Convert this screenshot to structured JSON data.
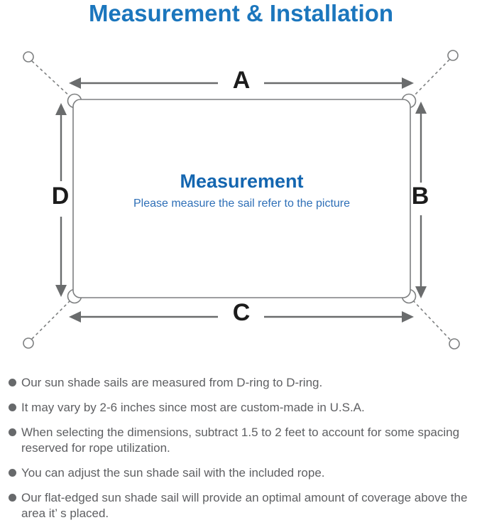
{
  "header": {
    "title": "Measurement & Installation"
  },
  "diagram": {
    "dimension_labels": {
      "top": "A",
      "right": "B",
      "bottom": "C",
      "left": "D"
    },
    "center_title": "Measurement",
    "center_subtitle": "Please measure the sail refer to the picture",
    "colors": {
      "title_blue": "#1b76bd",
      "center_title_blue": "#1466b0",
      "subtitle_blue": "#2e6fb7",
      "line_gray": "#7d7f80",
      "arrow_gray": "#6a6c6d",
      "label_black": "#1c1c1c",
      "note_gray": "#5e5f62"
    }
  },
  "notes": {
    "items": [
      {
        "text": "Our sun shade sails are measured from D-ring to D-ring."
      },
      {
        "text": "It may vary by 2-6 inches since most are custom-made in U.S.A."
      },
      {
        "text": "When selecting the dimensions, subtract 1.5 to 2 feet to account for some spacing reserved for rope utilization."
      },
      {
        "text": "You can adjust the sun shade sail with the included rope."
      },
      {
        "text": "Our flat-edged sun shade sail will provide an optimal amount of coverage above the area it’ s placed."
      }
    ]
  }
}
